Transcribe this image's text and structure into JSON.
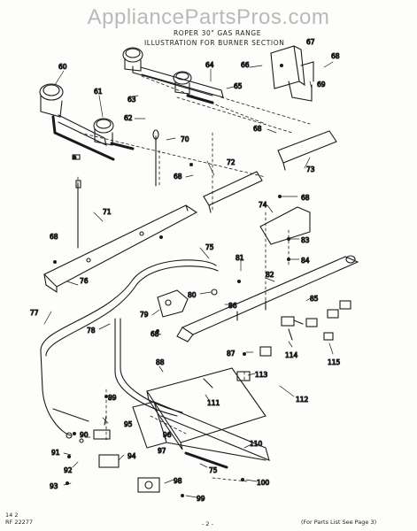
{
  "watermark": "AppliancePartsPros.com",
  "title_line1": "ROPER 30\" GAS RANGE",
  "title_line2": "ILLUSTRATION FOR BURNER SECTION",
  "footer_left_1": "14 2",
  "footer_left_2": "RF 22277",
  "footer_center": "- 2 -",
  "footer_right": "(For Parts List See Page 3)",
  "callouts": [
    "60",
    "61",
    "62",
    "63",
    "64",
    "65",
    "66",
    "67",
    "68",
    "69",
    "70",
    "71",
    "72",
    "73",
    "74",
    "75",
    "76",
    "77",
    "78",
    "79",
    "80",
    "81",
    "82",
    "83",
    "84",
    "85",
    "86",
    "87",
    "88",
    "89",
    "90",
    "91",
    "92",
    "93",
    "94",
    "95",
    "96",
    "97",
    "98",
    "99",
    "100",
    "110",
    "111",
    "112",
    "113",
    "114",
    "115"
  ]
}
